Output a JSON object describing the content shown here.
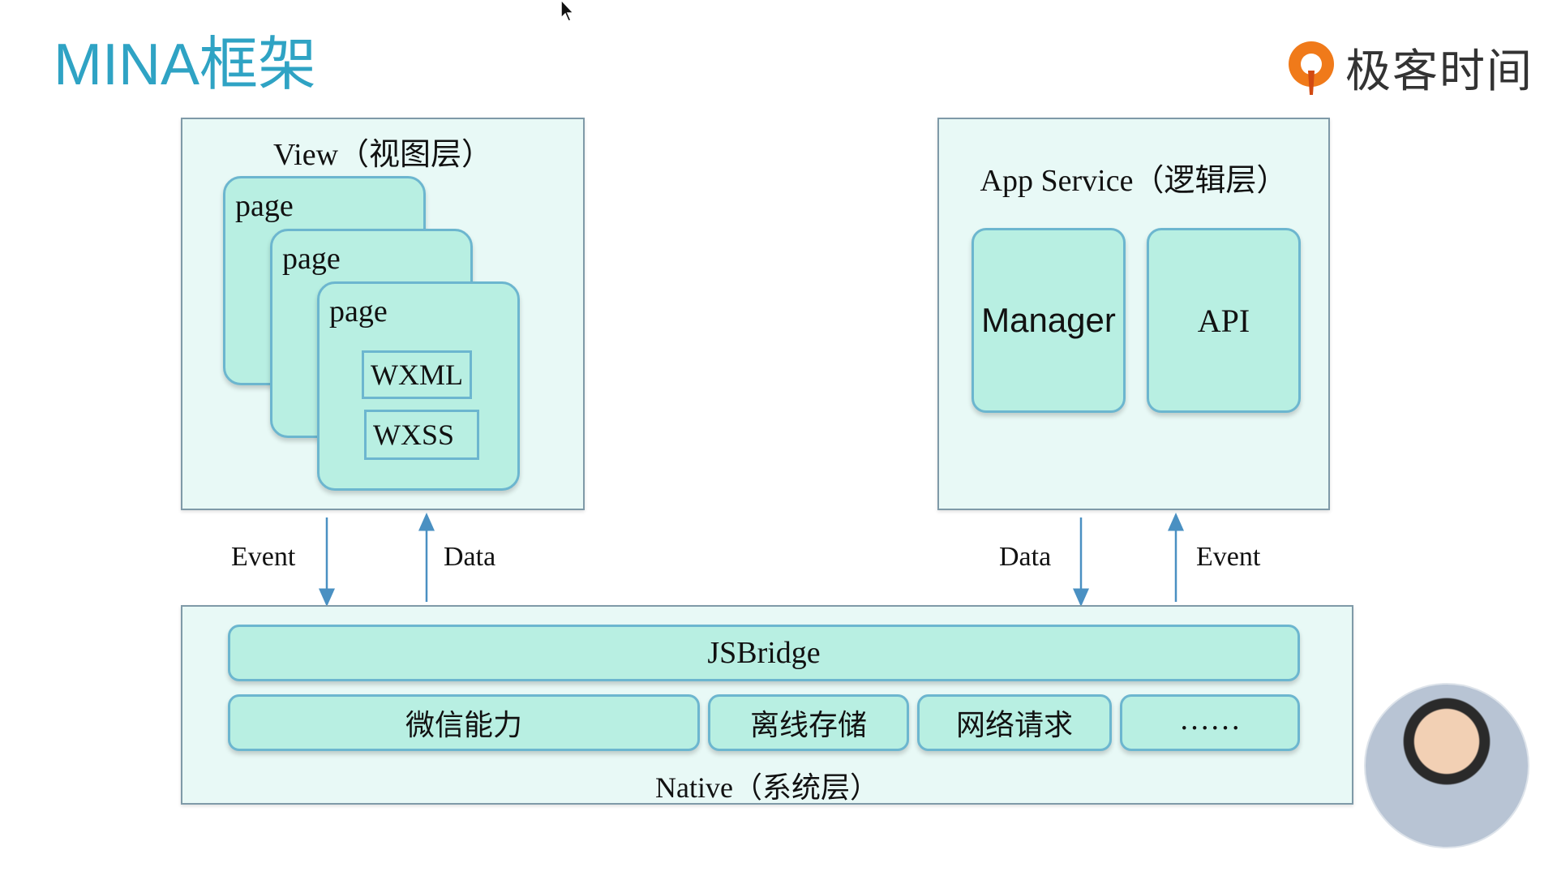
{
  "header": {
    "title": "MINA框架",
    "logo_text": "极客时间"
  },
  "view_layer": {
    "title": "View（视图层）",
    "pages": [
      "page",
      "page",
      "page"
    ],
    "files": [
      "WXML",
      "WXSS"
    ]
  },
  "app_service_layer": {
    "title": "App Service（逻辑层）",
    "modules": [
      "Manager",
      "API"
    ]
  },
  "arrows": {
    "left_down": "Event",
    "left_up": "Data",
    "right_down": "Data",
    "right_up": "Event"
  },
  "native_layer": {
    "title": "Native（系统层）",
    "bridge": "JSBridge",
    "capabilities": [
      "微信能力",
      "离线存储",
      "网络请求",
      "……"
    ]
  },
  "colors": {
    "title_blue": "#2fa3c4",
    "panel_fill": "#e8f9f6",
    "card_fill": "#b8efe2",
    "card_border": "#6cb6cf",
    "arrow": "#4a90c2",
    "logo_orange": "#f07a1a"
  },
  "icons": {
    "logo": "geektime-logo-icon",
    "cursor": "mouse-cursor-icon",
    "presenter": "presenter-video-avatar"
  }
}
